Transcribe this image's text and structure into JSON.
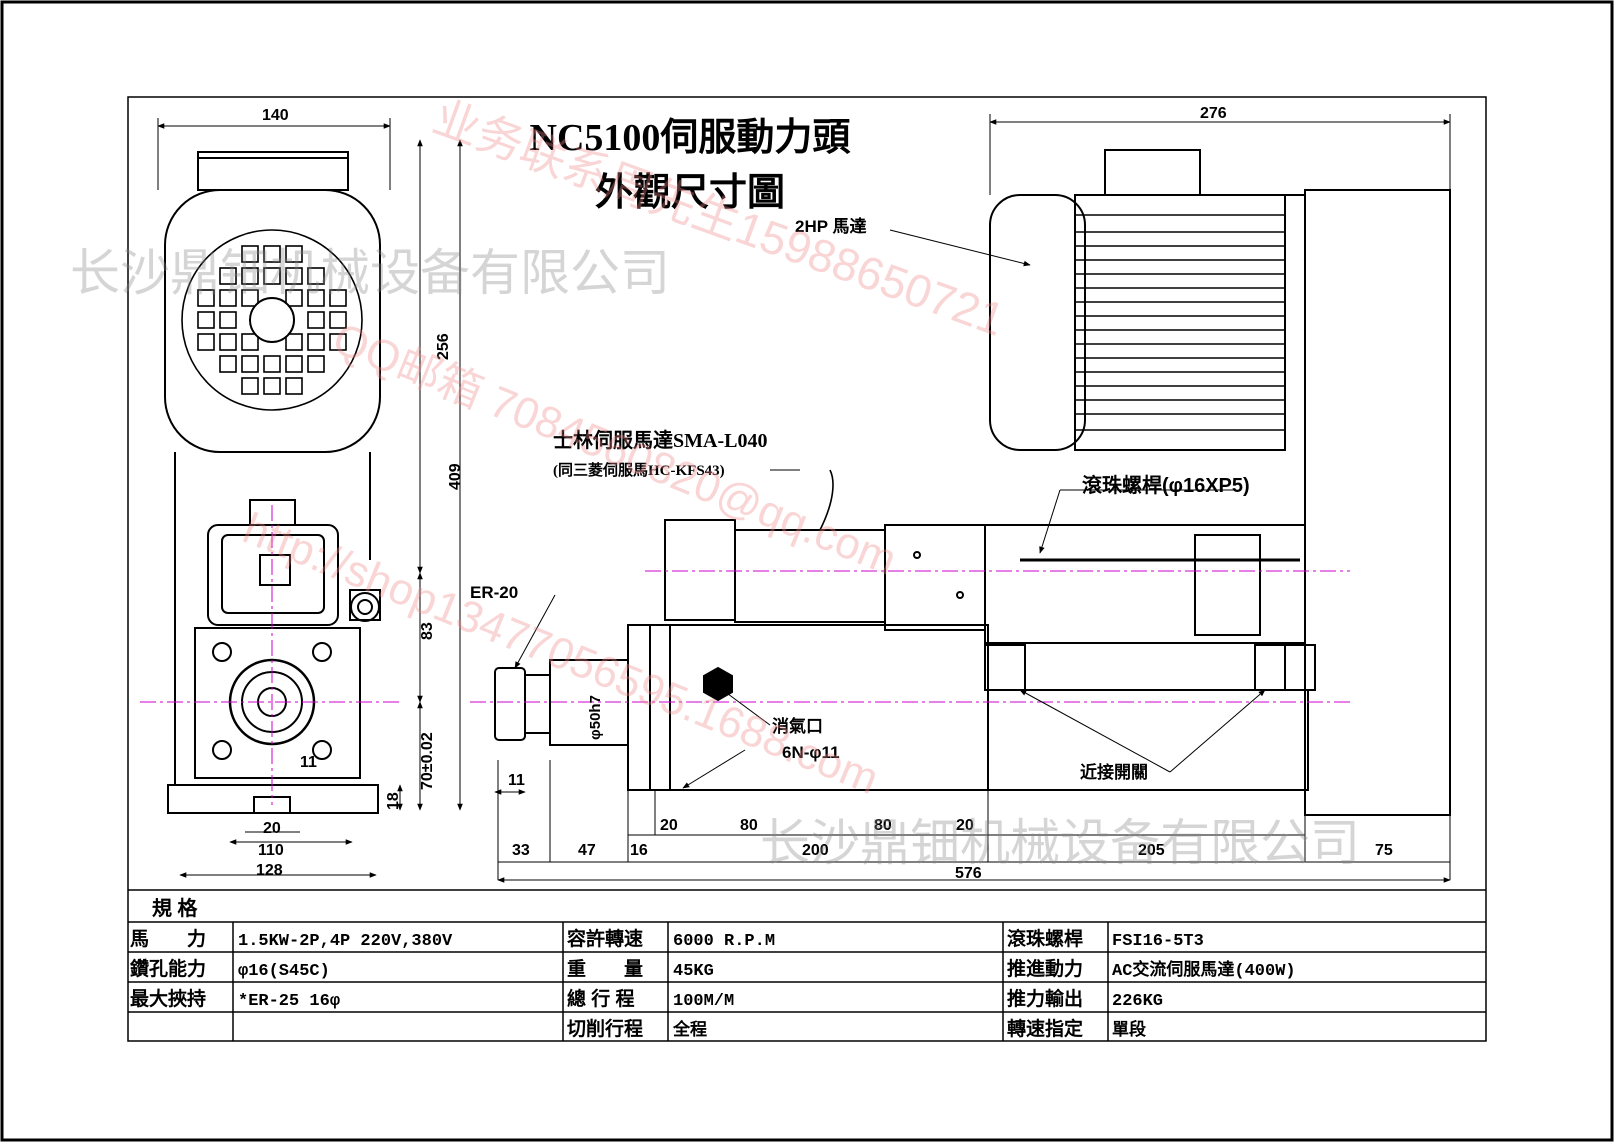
{
  "title": {
    "line1": "NC5100伺服動力頭",
    "line2": "外觀尺寸圖"
  },
  "callouts": {
    "motor": "2HP 馬達",
    "servo": "士林伺服馬達SMA-L040",
    "servo_alt": "(同三菱伺服馬HC-KFS43)",
    "ballscrew": "滾珠螺桿(φ16XP5)",
    "collet": "ER-20",
    "muffler": "消氣口",
    "holes": "6N-φ11",
    "proximity": "近接開關",
    "shaft_dia": "φ50h7"
  },
  "dimensions": {
    "d140": "140",
    "d256": "256",
    "d409": "409",
    "d83": "83",
    "d70": "70±0.02",
    "d18": "18",
    "d11a": "11",
    "d20a": "20",
    "d110": "110",
    "d128": "128",
    "d276": "276",
    "d11b": "11",
    "d33": "33",
    "d47": "47",
    "d16": "16",
    "d20b": "20",
    "d80a": "80",
    "d200": "200",
    "d80b": "80",
    "d20c": "20",
    "d205": "205",
    "d75": "75",
    "d576": "576"
  },
  "specs": {
    "heading": "規 格",
    "rows": [
      [
        "馬　　力",
        "1.5KW-2P,4P  220V,380V",
        "容許轉速",
        "6000 R.P.M",
        "滾珠螺桿",
        "FSI16-5T3"
      ],
      [
        "鑽孔能力",
        "φ16(S45C)",
        "重　　量",
        "45KG",
        "推進動力",
        "AC交流伺服馬達(400W)"
      ],
      [
        "最大挾持",
        "*ER-25 16φ",
        "總 行 程",
        "100M/M",
        "推力輸出",
        "226KG"
      ],
      [
        "",
        "",
        "切削行程",
        "全程",
        "轉速指定",
        "單段"
      ]
    ]
  },
  "watermarks": {
    "company": "长沙鼎钿机械设备有限公司",
    "contact": "业务联系周先生15988650721",
    "email": "QQ邮箱 7084560820@qq.com",
    "url": "http://shop13477056595.1688.com"
  }
}
